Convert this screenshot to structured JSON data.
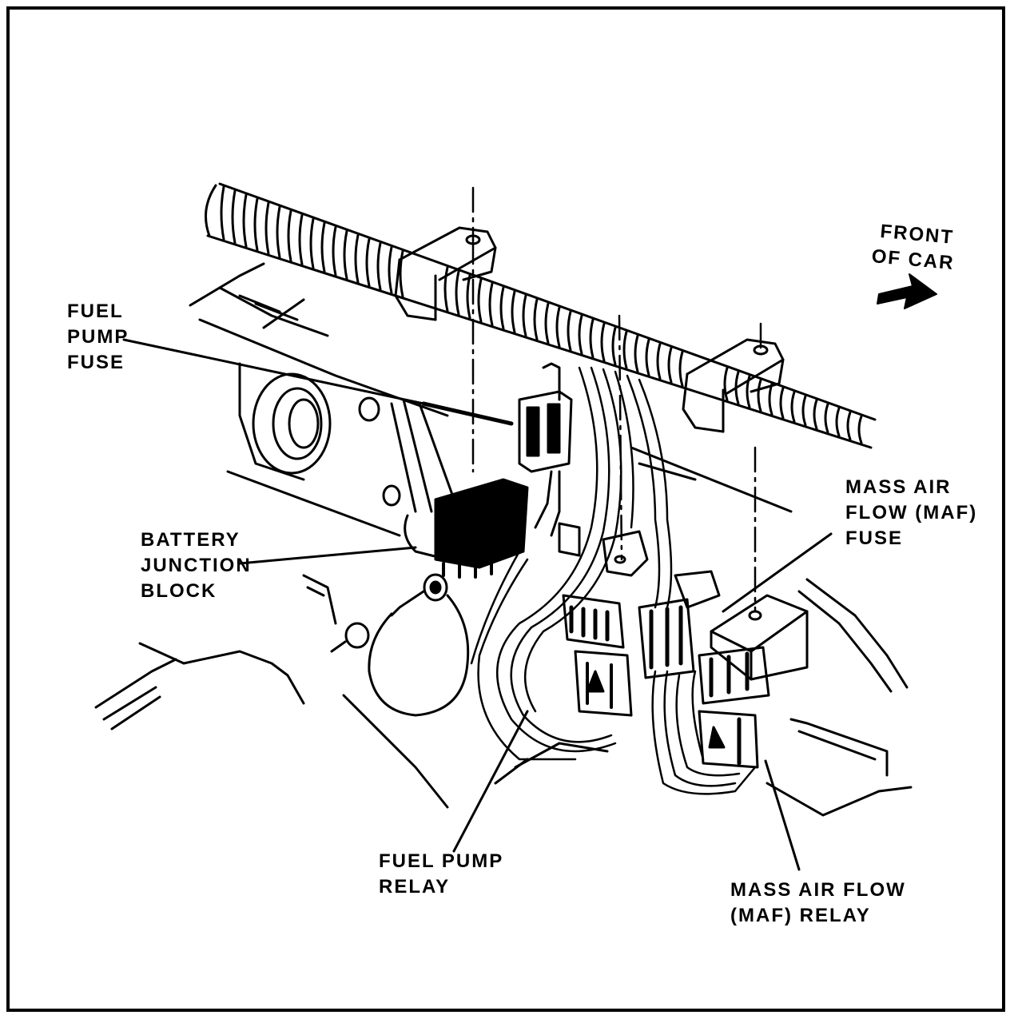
{
  "labels": {
    "front_of_car": [
      "FRONT",
      "OF CAR"
    ],
    "fuel_pump_fuse": [
      "FUEL",
      "PUMP",
      "FUSE"
    ],
    "battery_junction_block": [
      "BATTERY",
      "JUNCTION",
      "BLOCK"
    ],
    "maf_fuse": [
      "MASS AIR",
      "FLOW (MAF)",
      "FUSE"
    ],
    "fuel_pump_relay": [
      "FUEL PUMP",
      "RELAY"
    ],
    "maf_relay": [
      "MASS AIR FLOW",
      "(MAF) RELAY"
    ]
  },
  "colors": {
    "ink": "#000000",
    "paper": "#ffffff"
  }
}
